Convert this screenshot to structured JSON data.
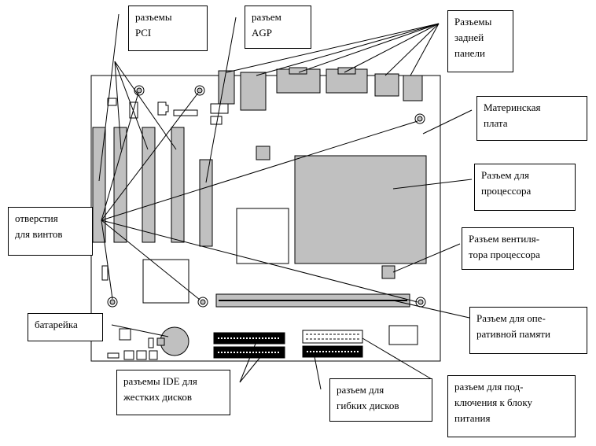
{
  "labels": {
    "pci": {
      "line1": "разъемы",
      "line2": "PCI"
    },
    "agp": {
      "line1": "разъем",
      "line2": "AGP"
    },
    "rear_panel": {
      "line1": "Разъемы",
      "line2": "задней",
      "line3": "панели"
    },
    "motherboard": {
      "line1": "Материнская",
      "line2": "плата"
    },
    "cpu_socket": {
      "line1": "Разъем для",
      "line2": "процессора"
    },
    "screw_holes": {
      "line1": "отверстия",
      "line2": "для винтов"
    },
    "cpu_fan": {
      "line1": "Разъем вентиля-",
      "line2": "тора процессора"
    },
    "battery": {
      "line1": "батарейка"
    },
    "ram": {
      "line1": "Разъем для опе-",
      "line2": "ративной памяти"
    },
    "ide": {
      "line1": "разъемы IDE для",
      "line2": "жестких дисков"
    },
    "floppy": {
      "line1": "разъем для",
      "line2": "гибких дисков"
    },
    "power": {
      "line1": "разъем для под-",
      "line2": "ключения к блоку",
      "line3": "питания"
    }
  },
  "colors": {
    "component_fill": "#c0c0c0",
    "outline": "#000000",
    "background": "#ffffff"
  }
}
